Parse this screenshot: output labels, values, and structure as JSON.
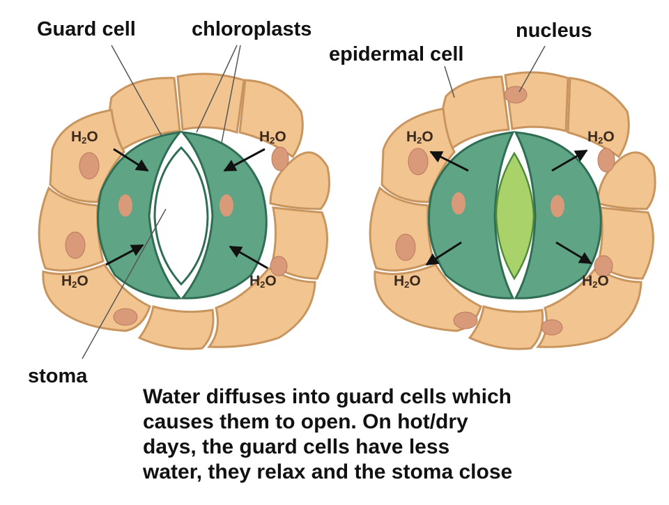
{
  "labels": {
    "guard_cell": "Guard cell",
    "chloroplasts": "chloroplasts",
    "nucleus": "nucleus",
    "epidermal_cell": "epidermal cell",
    "stoma": "stoma"
  },
  "water": {
    "base": "H",
    "sub": "2",
    "tail": "O"
  },
  "caption": {
    "line1": "Water diffuses into guard cells which",
    "line2": "causes them to open.  On hot/dry",
    "line3": "days, the guard cells have less",
    "line4": "water, they relax and the stoma close"
  },
  "colors": {
    "epidermal": "#f2c490",
    "epidermal_edge": "#c9955e",
    "guard": "#5fa585",
    "guard_edge": "#2f6e55",
    "nucleus": "#d89a78",
    "stoma_closed": "#a9d36a"
  }
}
